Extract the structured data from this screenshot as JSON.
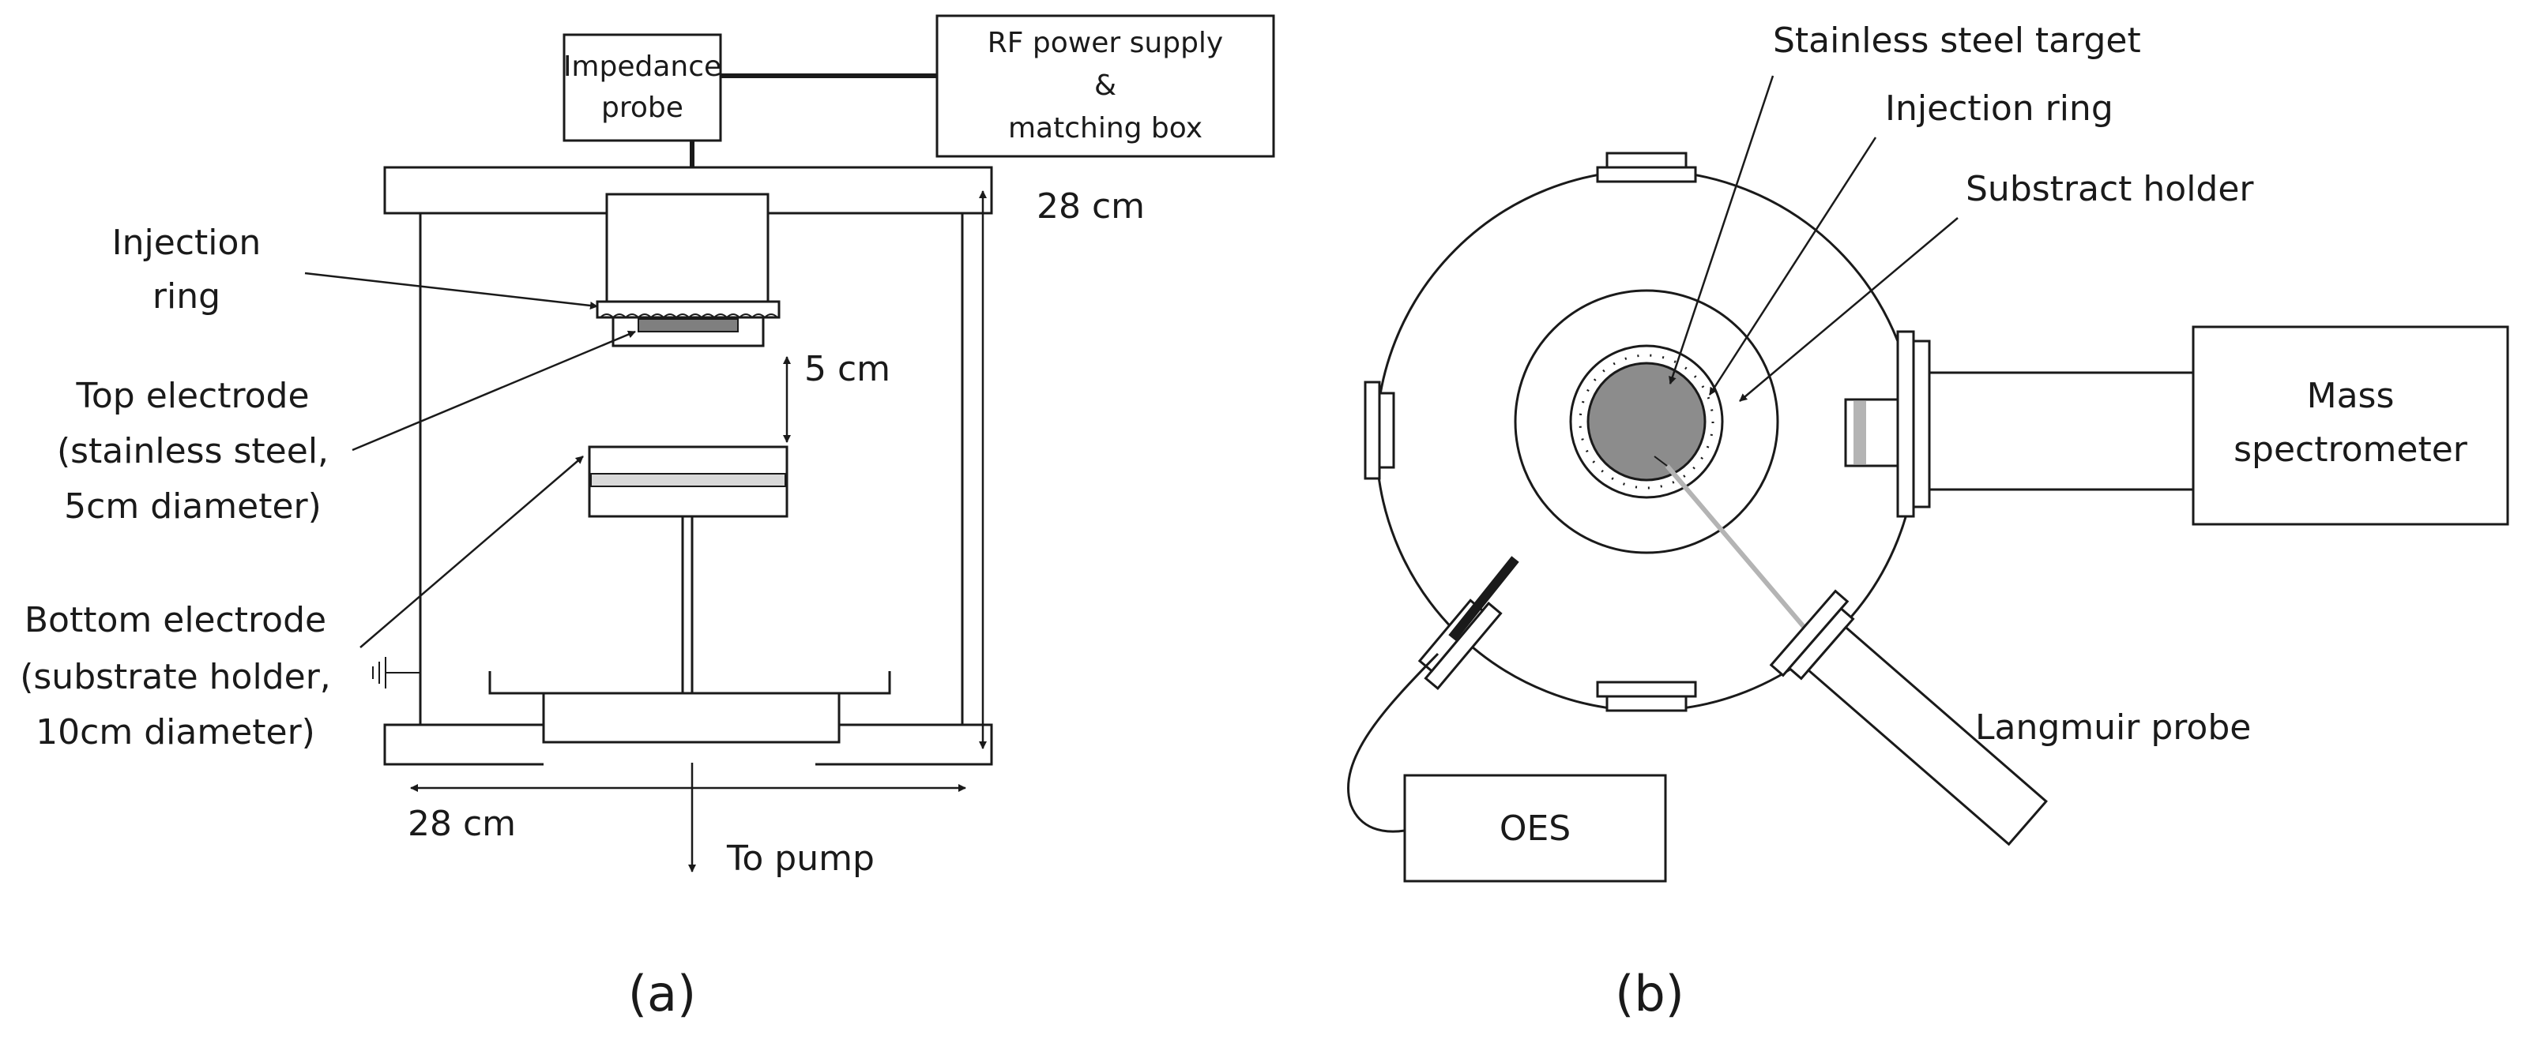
{
  "colors": {
    "line": "#1a1a1a",
    "target_fill": "#8c8c8c",
    "electrode_fill": "#7f7f7f",
    "probe_gray": "#b4b4b4",
    "band_gray": "#d9d9d9"
  },
  "panel_a": {
    "impedance_probe": [
      "Impedance",
      "probe"
    ],
    "rf_supply": [
      "RF power supply",
      "&",
      "matching box"
    ],
    "height_label": "28 cm",
    "injection_ring": [
      "Injection",
      "ring"
    ],
    "top_electrode": [
      "Top electrode",
      "(stainless steel,",
      "5cm diameter)"
    ],
    "gap_label": "5 cm",
    "bottom_electrode": [
      "Bottom electrode",
      "(substrate holder,",
      "10cm diameter)"
    ],
    "width_label": "28 cm",
    "pump_label": "To pump",
    "caption": "(a)"
  },
  "panel_b": {
    "target_label": "Stainless steel target",
    "injection_ring_label": "Injection ring",
    "holder_label": "Substract holder",
    "mass_spec": [
      "Mass",
      "spectrometer"
    ],
    "langmuir_label": "Langmuir probe",
    "oes_label": "OES",
    "caption": "(b)"
  }
}
